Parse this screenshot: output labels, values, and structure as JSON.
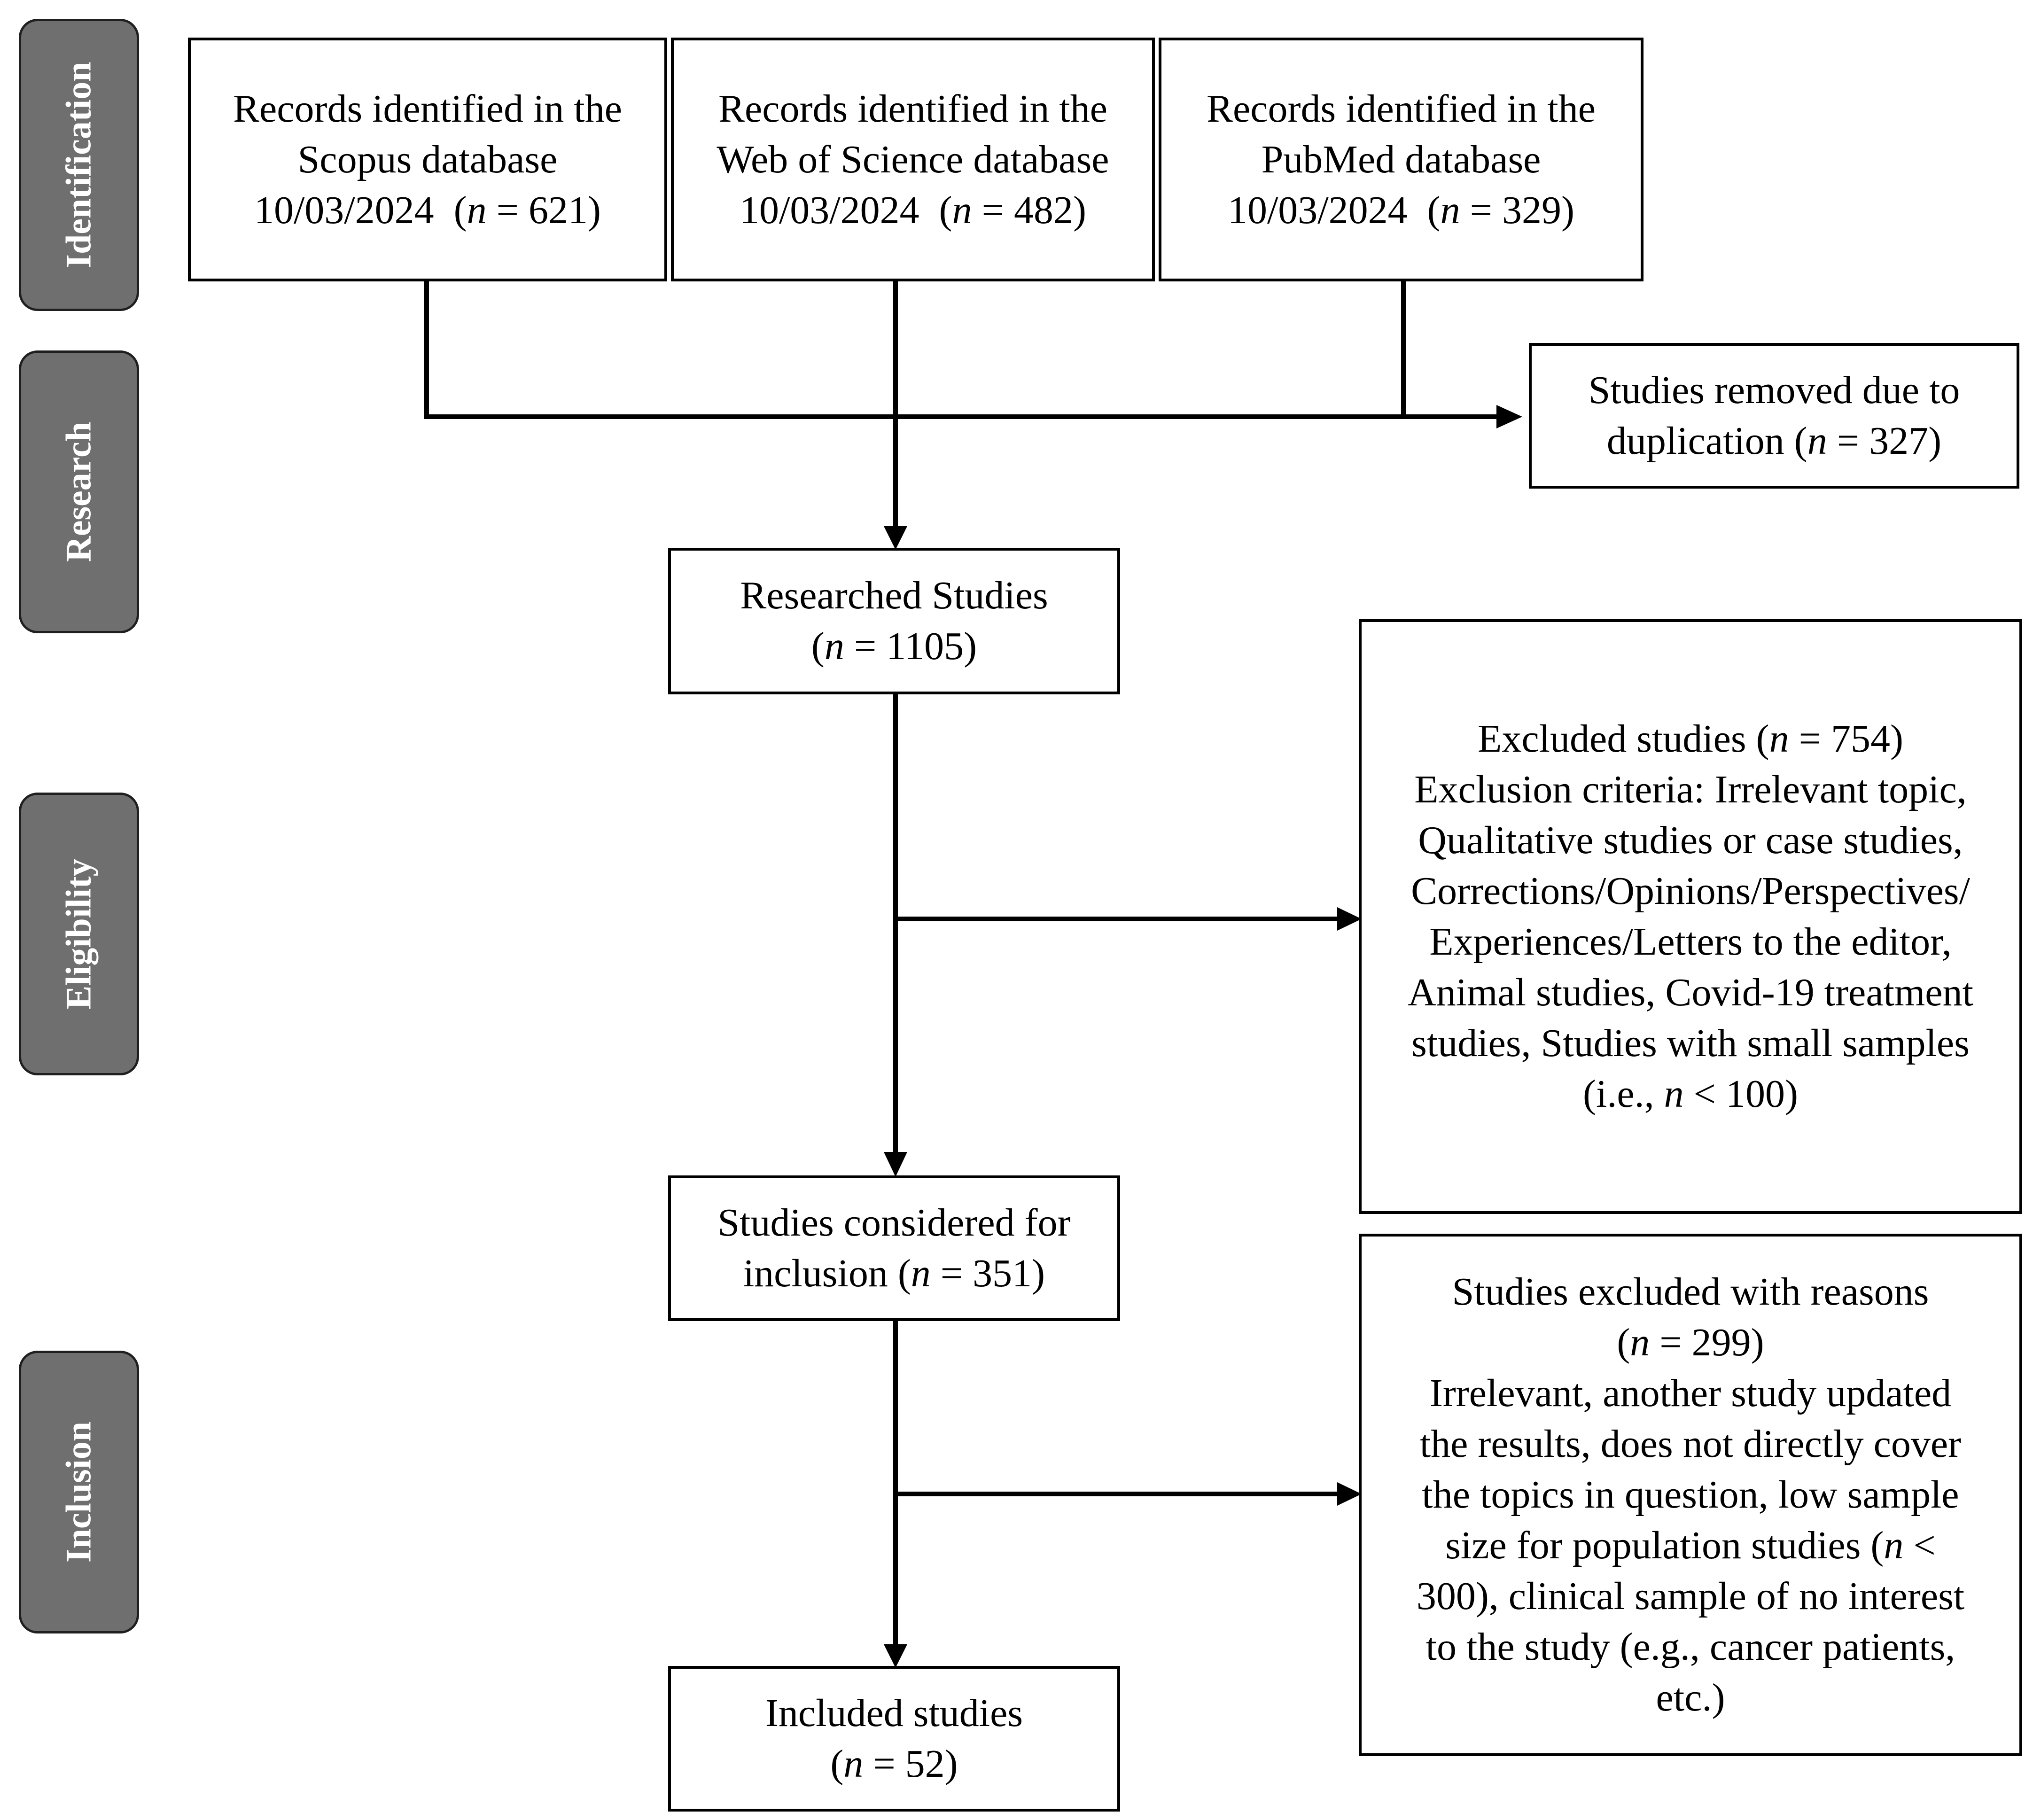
{
  "stages": {
    "identification": "Identification",
    "research": "Research",
    "eligibility": "Eligibility",
    "inclusion": "Inclusion"
  },
  "sources": {
    "scopus": {
      "line1": "Records identified in the",
      "line2": "Scopus database",
      "date": "10/03/2024",
      "n_text": "= 621)",
      "n": 621
    },
    "wos": {
      "line1": "Records identified in the",
      "line2": "Web of Science database",
      "date": "10/03/2024",
      "n_text": "= 482)",
      "n": 482
    },
    "pubmed": {
      "line1": "Records identified in the",
      "line2": "PubMed database",
      "date": "10/03/2024",
      "n_text": "= 329)",
      "n": 329
    }
  },
  "duplicates": {
    "line1": "Studies removed due to",
    "line2": "duplication (",
    "n_text": "= 327)",
    "n": 327
  },
  "researched": {
    "line1": "Researched Studies",
    "n_text": "= 1105)",
    "n": 1105
  },
  "excluded": {
    "line1_prefix": "Excluded studies (",
    "n_text": "= 754)",
    "n": 754,
    "lines": [
      "Exclusion criteria: Irrelevant topic,",
      "Qualitative studies or case studies,",
      "Corrections/Opinions/Perspectives/",
      "Experiences/Letters to the editor,",
      "Animal studies, Covid-19 treatment",
      "studies, Studies with small samples"
    ],
    "last_prefix": "(i.e., ",
    "last_suffix": "< 100)"
  },
  "considered": {
    "line1": "Studies considered for",
    "line2": "inclusion (",
    "n_text": "= 351)",
    "n": 351
  },
  "excluded_reasons": {
    "line1": "Studies excluded with reasons",
    "n_text": "= 299)",
    "n": 299,
    "lines": [
      "Irrelevant, another study updated",
      "the results, does not directly cover",
      "the topics in question, low sample"
    ],
    "line_n_prefix": "size for population studies (",
    "line_n_suffix": "<",
    "lines_after": [
      "300), clinical sample of no interest",
      "to the study (e.g., cancer patients,",
      "etc.)"
    ]
  },
  "included": {
    "line1": "Included studies",
    "n_text": "= 52)",
    "n": 52
  },
  "symbols": {
    "n": "n",
    "open_paren": "("
  }
}
